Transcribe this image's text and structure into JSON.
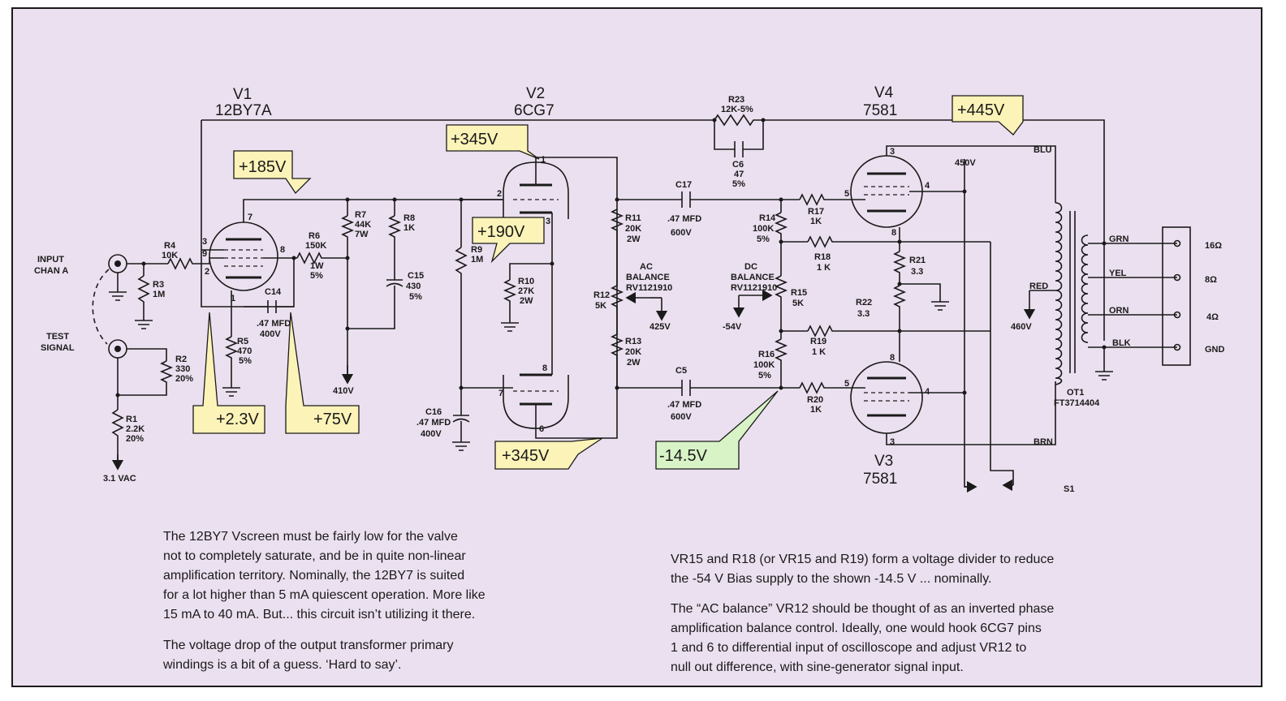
{
  "tubes": {
    "v1": {
      "ref": "V1",
      "type": "12BY7A"
    },
    "v2": {
      "ref": "V2",
      "type": "6CG7"
    },
    "v3": {
      "ref": "V3",
      "type": "7581"
    },
    "v4": {
      "ref": "V4",
      "type": "7581"
    }
  },
  "io": {
    "input": [
      "INPUT",
      "CHAN A"
    ],
    "test": [
      "TEST",
      "SIGNAL"
    ],
    "test_voltage": "3.1 VAC"
  },
  "components": {
    "r1": [
      "R1",
      "2.2K",
      "20%"
    ],
    "r2": [
      "R2",
      "330",
      "20%"
    ],
    "r3": [
      "R3",
      "1M"
    ],
    "r4": [
      "R4",
      "10K"
    ],
    "r5": [
      "R5",
      "470",
      "5%"
    ],
    "r6": [
      "R6",
      "150K",
      "1W",
      "5%"
    ],
    "r7": [
      "R7",
      "44K",
      "7W"
    ],
    "r8": [
      "R8",
      "1K"
    ],
    "r9": [
      "R9",
      "1M"
    ],
    "r10": [
      "R10",
      "27K",
      "2W"
    ],
    "r11": [
      "R11",
      "20K",
      "2W"
    ],
    "r12": [
      "R12",
      "5K"
    ],
    "r13": [
      "R13",
      "20K",
      "2W"
    ],
    "r14": [
      "R14",
      "100K",
      "5%"
    ],
    "r15": [
      "R15",
      "5K"
    ],
    "r16": [
      "R16",
      "100K",
      "5%"
    ],
    "r17": [
      "R17",
      "1K"
    ],
    "r18": [
      "R18",
      "1 K"
    ],
    "r19": [
      "R19",
      "1 K"
    ],
    "r20": [
      "R20",
      "1K"
    ],
    "r21": [
      "R21",
      "3.3"
    ],
    "r22": [
      "R22",
      "3.3"
    ],
    "r23": [
      "R23",
      "12K-5%"
    ],
    "c5": [
      "C5",
      ".47 MFD",
      "600V"
    ],
    "c6": [
      "C6",
      "47",
      "5%"
    ],
    "c14": [
      "C14",
      ".47 MFD",
      "400V"
    ],
    "c15": [
      "C15",
      "430",
      "5%"
    ],
    "c16": [
      "C16",
      ".47 MFD",
      "400V"
    ],
    "c17": [
      "C17",
      ".47 MFD",
      "600V"
    ],
    "ac_balance": [
      "AC",
      "BALANCE",
      "RV1121910"
    ],
    "dc_balance": [
      "DC",
      "BALANCE",
      "RV1121910"
    ],
    "transformer": [
      "OT1",
      "FT3714404"
    ],
    "switch": "S1"
  },
  "supply": {
    "v410": "410V",
    "v425": "425V",
    "v54": "-54V",
    "v450": "450V",
    "v460": "460V"
  },
  "wires": {
    "blu": "BLU",
    "brn": "BRN",
    "red": "RED",
    "grn": "GRN",
    "yel": "YEL",
    "orn": "ORN",
    "blk": "BLK"
  },
  "outputs": [
    "16Ω",
    "8Ω",
    "4Ω",
    "GND"
  ],
  "pins": {
    "v1": [
      "7",
      "3",
      "9",
      "2",
      "8",
      "1"
    ],
    "v2": [
      "1",
      "2",
      "3",
      "8",
      "7",
      "6"
    ],
    "v4": [
      "3",
      "5",
      "4",
      "8"
    ],
    "v3": [
      "8",
      "5",
      "4",
      "3"
    ]
  },
  "callouts": {
    "v185": "+185V",
    "v345_top": "+345V",
    "v190": "+190V",
    "v445": "+445V",
    "v2_3": "+2.3V",
    "v75": "+75V",
    "v345_bot": "+345V",
    "v14_5": "-14.5V"
  },
  "notes": {
    "left_1": "The 12BY7 Vscreen must be fairly low for the valve\nnot to completely saturate, and be in quite non-linear\namplification territory.  Nominally, the 12BY7 is suited\nfor a lot higher than 5 mA quiescent operation.  More like\n15 mA to 40 mA.  But... this circuit isn’t utilizing it there.",
    "left_2": "The voltage drop of the output transformer primary\nwindings is a bit of a guess. ‘Hard to say’.",
    "right_1": "VR15 and R18  (or VR15 and R19) form a voltage divider to reduce\nthe -54 V Bias supply to the shown -14.5 V ... nominally.",
    "right_2": "The “AC balance”  VR12 should be thought of as an inverted phase\namplification balance control.  Ideally, one would hook 6CG7 pins\n1 and 6 to differential input of oscilloscope and adjust VR12 to\nnull out difference, with sine-generator signal input."
  }
}
